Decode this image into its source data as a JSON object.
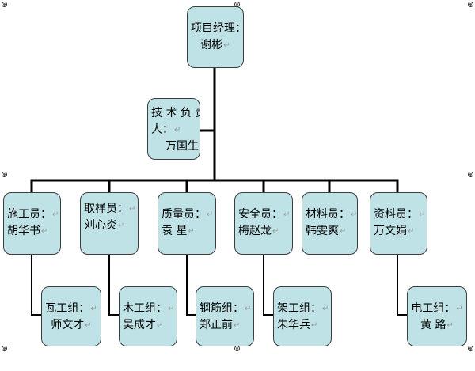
{
  "nodes": {
    "manager": {
      "line1": "项目经理：",
      "line2": "谢彬"
    },
    "tech": {
      "line1": "技 术 负 责",
      "line2": "人：",
      "line3": "万国生"
    },
    "construction": {
      "line1": "施工员：",
      "line2": "胡华书"
    },
    "sampling": {
      "line1": "取样员：",
      "line2": "刘心炎"
    },
    "quality": {
      "line1": "质量员：",
      "line2": "袁 星"
    },
    "safety": {
      "line1": "安全员：",
      "line2": "梅赵龙"
    },
    "materials": {
      "line1": "材料员：",
      "line2": "韩雯爽"
    },
    "documents": {
      "line1": "资料员：",
      "line2": "万文娟"
    },
    "tile_team": {
      "line1": "瓦工组：",
      "line2": "师文才"
    },
    "carpentry_team": {
      "line1": "木工组：",
      "line2": "吴成才"
    },
    "rebar_team": {
      "line1": "钢筋组：",
      "line2": "郑正前"
    },
    "scaffold_team": {
      "line1": "架工组：",
      "line2": "朱华兵"
    },
    "electric_team": {
      "line1": "电工组：",
      "line2": "黄  路"
    }
  },
  "colors": {
    "box_fill": "#bfe2e6",
    "box_border": "#3d3d3d",
    "connector": "#000000",
    "mark": "#9a9a9a"
  },
  "icons": {
    "paragraph_mark": "↵",
    "selection_handle": "circle-x"
  }
}
